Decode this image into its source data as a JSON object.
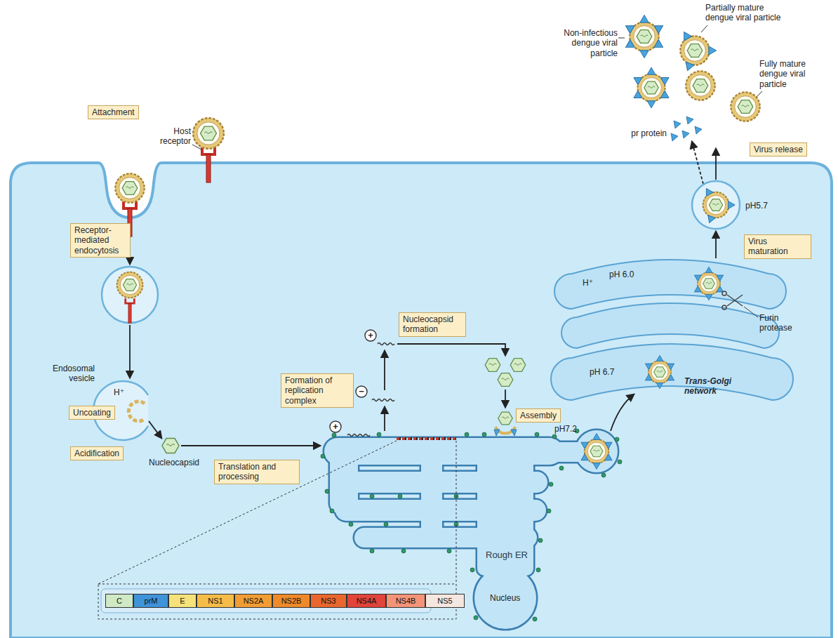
{
  "diagram": {
    "nodes": [
      {
        "text": [
          "Attachment"
        ]
      },
      {
        "text": [
          "Virus release"
        ]
      },
      {
        "text": [
          "Receptor-mediated endocytosis"
        ]
      },
      {
        "text": [
          "Virus maturation"
        ]
      },
      {
        "text": [
          "Nucleocapsid formation"
        ]
      },
      {
        "text": [
          "Uncoating"
        ]
      },
      {
        "text": [
          "Formation of replication complex"
        ]
      },
      {
        "text": [
          "Assembly"
        ]
      },
      {
        "text": [
          "Acidification"
        ]
      },
      {
        "text": [
          "Translation and processing"
        ]
      },
      {
        "text": [
          "C"
        ]
      },
      {
        "text": [
          "prM"
        ]
      },
      {
        "text": [
          "E"
        ]
      },
      {
        "text": [
          "NS1"
        ]
      },
      {
        "text": [
          "NS2A"
        ]
      },
      {
        "text": [
          "NS2B"
        ]
      },
      {
        "text": [
          "NS3"
        ]
      },
      {
        "text": [
          "NS4A"
        ]
      },
      {
        "text": [
          "NS4B"
        ]
      },
      {
        "text": [
          "NS5"
        ]
      }
    ],
    "labels": [
      "Partially mature dengue viral particle",
      "Non-infectious dengue viral particle",
      "Fully mature dengue viral particle",
      "pr protein",
      "Host receptor",
      "pH5.7",
      "H⁺",
      "pH 6.0",
      "Furin protease",
      "Endosomal vesicle",
      "H⁺",
      "+",
      "pH 6.7",
      "Trans-Golgi network",
      "−",
      "+",
      "pH7.2",
      "Nucleocapsid",
      "Rough ER",
      "Nucleus"
    ]
  }
}
